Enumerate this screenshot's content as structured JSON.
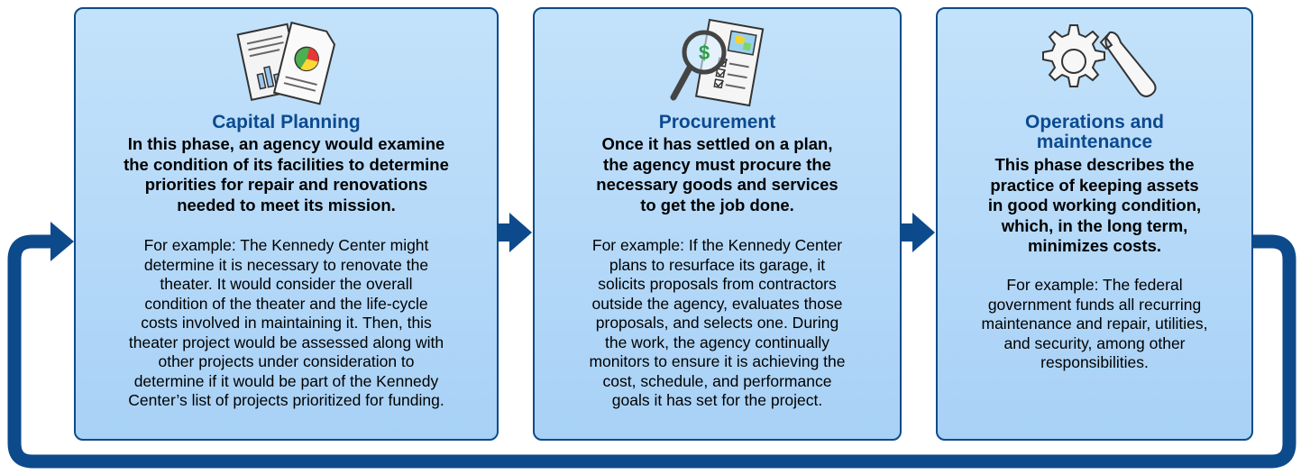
{
  "colors": {
    "arrow": "#0d4a8b",
    "card_border": "#0d4a8b",
    "title": "#0c4a8f",
    "card_fill": "#b6dafa"
  },
  "phases": [
    {
      "icon": "documents-chart-icon",
      "title": "Capital Planning",
      "lead": "In this phase, an agency would examine\nthe condition of its facilities to determine\npriorities for repair and renovations\nneeded to meet its mission.",
      "body": "For example: The Kennedy Center might\ndetermine it is necessary to renovate the\ntheater. It would consider the overall\ncondition of the theater and the life-cycle\ncosts involved in maintaining it. Then, this\ntheater project would be assessed along with\nother projects under consideration to\ndetermine if it would be part of the Kennedy\nCenter’s list of projects prioritized for funding."
    },
    {
      "icon": "magnifier-checklist-icon",
      "title": "Procurement",
      "lead": "Once it has settled on a plan,\nthe agency must procure the\nnecessary goods and services\nto get the job done.",
      "body": "For example: If the Kennedy Center\nplans to resurface its garage, it\nsolicits proposals from contractors\noutside the agency, evaluates those\nproposals, and selects one. During\nthe work, the agency continually\nmonitors to ensure it is achieving the\ncost, schedule, and performance\ngoals it has set for the project."
    },
    {
      "icon": "gear-wrench-icon",
      "title": "Operations and\nmaintenance",
      "lead": "This phase describes the\npractice of keeping assets\nin good working condition,\nwhich, in the long term,\nminimizes costs.",
      "body": "For example: The federal\ngovernment funds all recurring\nmaintenance and repair, utilities,\nand security, among other\nresponsibilities."
    }
  ]
}
